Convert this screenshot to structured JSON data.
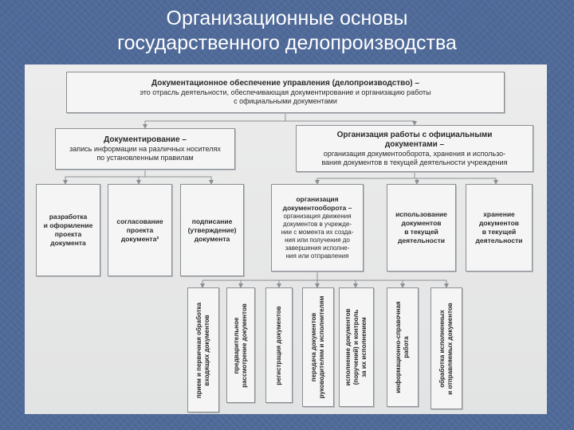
{
  "slide": {
    "title_line1": "Организационные основы",
    "title_line2": "государственного делопроизводства"
  },
  "top": {
    "head": "Документационное обеспечение управления (делопроизводство) –",
    "desc1": "это отрасль деятельности, обеспечивающая документирование и организацию работы",
    "desc2": "с официальными документами"
  },
  "left": {
    "head": "Документирование –",
    "desc1": "запись информации на различных носителях",
    "desc2": "по установленным правилам"
  },
  "right": {
    "head1": "Организация работы с официальными",
    "head2": "документами –",
    "desc1": "организация документооборота, хранения и использо-",
    "desc2": "вания документов в текущей деятельности учреждения"
  },
  "level3": [
    {
      "lines": [
        "разработка",
        "и оформление",
        "проекта",
        "документа"
      ]
    },
    {
      "lines": [
        "согласование",
        "проекта",
        "документа²"
      ]
    },
    {
      "lines": [
        "подписание",
        "(утверждение)",
        "документа"
      ]
    },
    {
      "head": [
        "организация",
        "документооборота –"
      ],
      "desc": [
        "организация движения",
        "документов в учрежде-",
        "нии с момента их созда-",
        "ния или получения до",
        "завершения исполне-",
        "ния или отправления"
      ]
    },
    {
      "lines": [
        "использование",
        "документов",
        "в текущей",
        "деятельности"
      ]
    },
    {
      "lines": [
        "хранение",
        "документов",
        "в текущей",
        "деятельности"
      ]
    }
  ],
  "level4": [
    {
      "lines": [
        "прием и первичная обработка",
        "входящих документов"
      ]
    },
    {
      "lines": [
        "предварительное",
        "рассмотрение документов"
      ]
    },
    {
      "lines": [
        "регистрация документов"
      ]
    },
    {
      "lines": [
        "передача документов",
        "руководителям и исполнителям"
      ]
    },
    {
      "lines": [
        "исполнение документов",
        "(поручений) и контроль",
        "за их исполнением"
      ]
    },
    {
      "lines": [
        "информационно-справочная",
        "работа"
      ]
    },
    {
      "lines": [
        "обработка исполненных",
        "и отправляемых документов"
      ]
    }
  ],
  "colors": {
    "background": "#4f6a99",
    "box_fill": "#f5f5f5",
    "box_border": "#8b8f93",
    "line": "#8b8f93"
  }
}
